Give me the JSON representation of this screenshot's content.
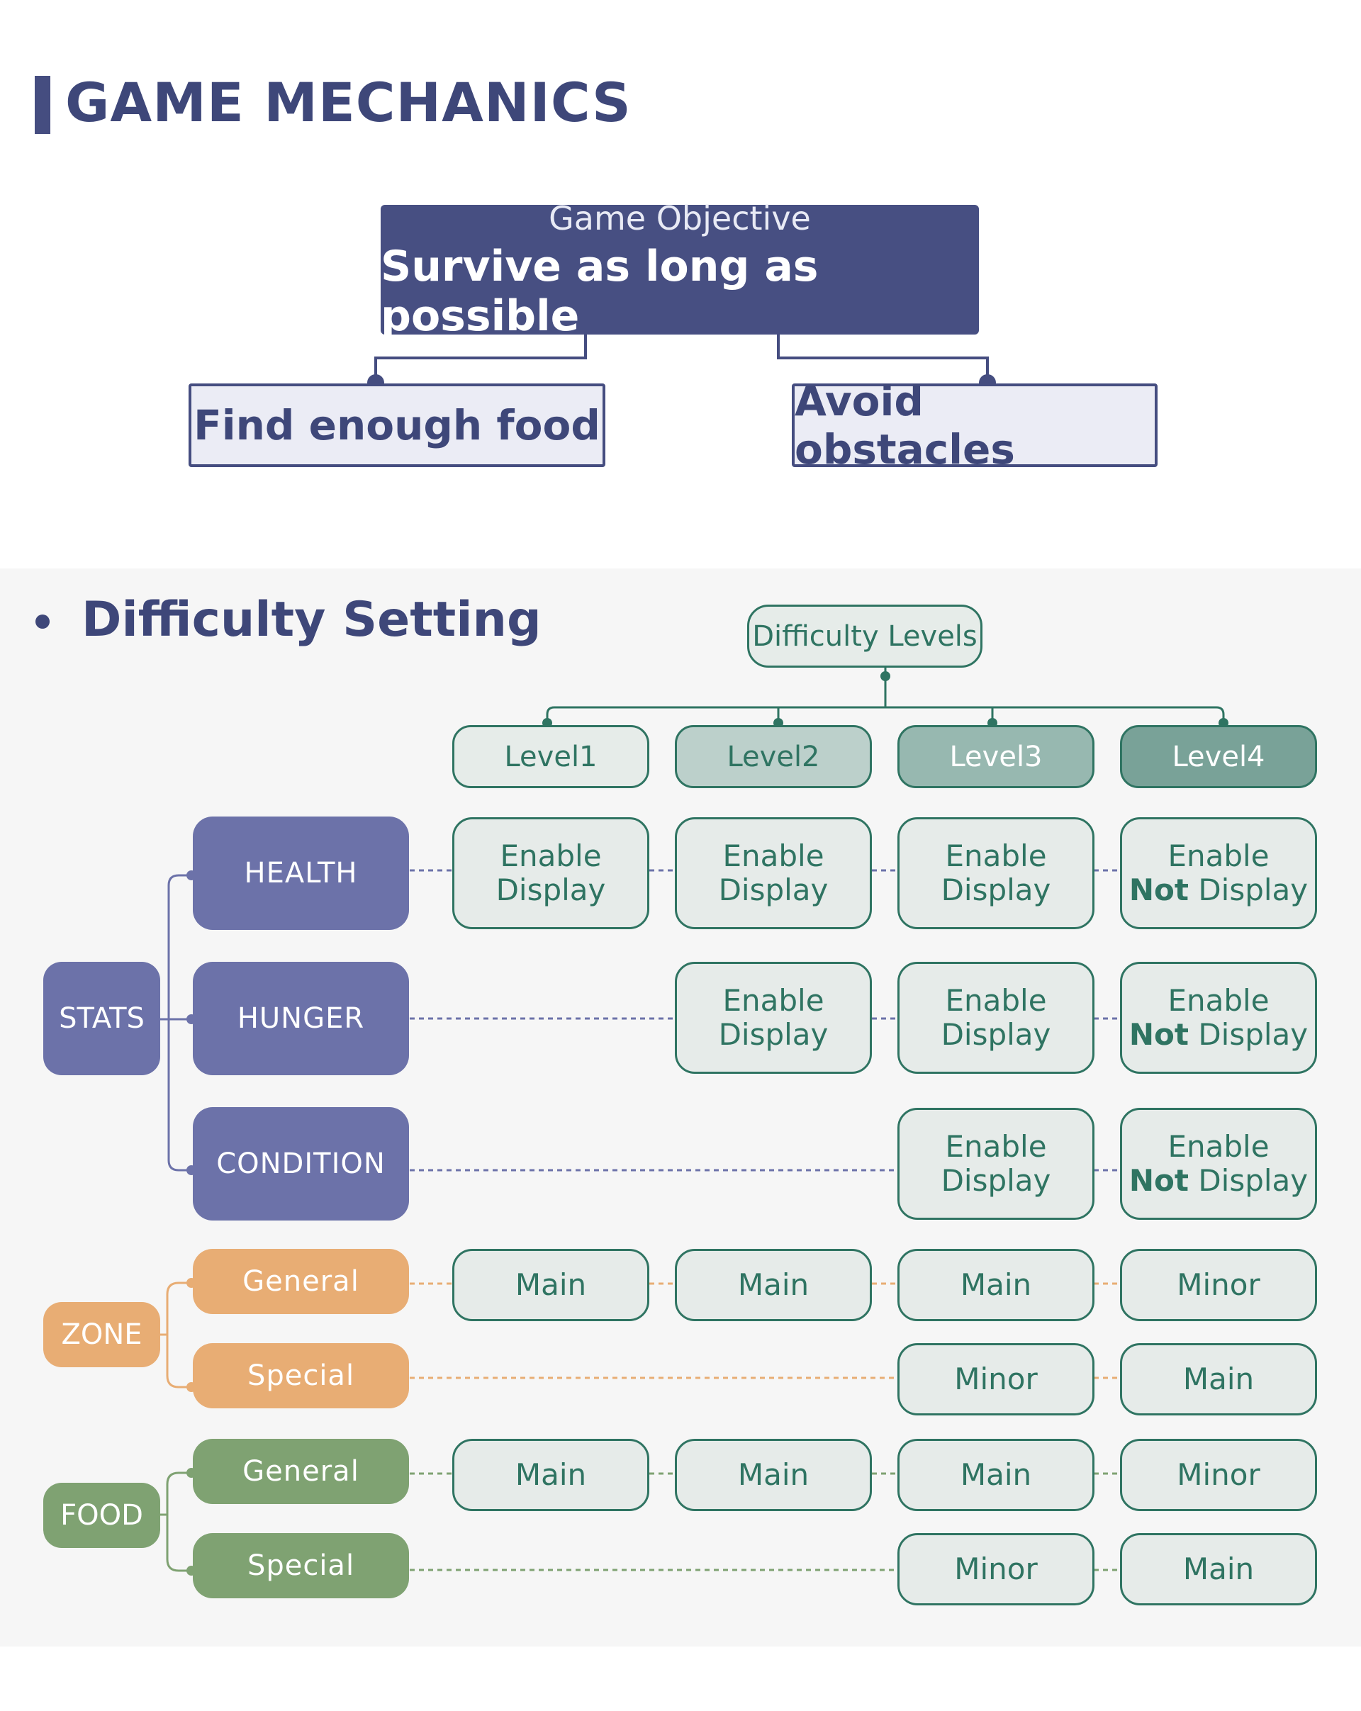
{
  "page_title": "GAME MECHANICS",
  "objective": {
    "label": "Game Objective",
    "text": "Survive as long as possible"
  },
  "goals": [
    "Find enough food",
    "Avoid obstacles"
  ],
  "section_title": "Difficulty Setting",
  "difficulty_root": "Difficulty Levels",
  "levels": [
    "Level1",
    "Level2",
    "Level3",
    "Level4"
  ],
  "level_colors": [
    "#e6ece9",
    "#bcd0cb",
    "#97b8b0",
    "#79a298"
  ],
  "groups": {
    "stats": {
      "label": "STATS",
      "color": "#6c72a9",
      "rows": [
        "HEALTH",
        "HUNGER",
        "CONDITION"
      ]
    },
    "zone": {
      "label": "ZONE",
      "color": "#e8ad74",
      "rows": [
        "General",
        "Special"
      ]
    },
    "food": {
      "label": "FOOD",
      "color": "#7fa272",
      "rows": [
        "General",
        "Special"
      ]
    }
  },
  "cells": {
    "enable": "Enable",
    "display": "Display",
    "not": "Not",
    "main": "Main",
    "minor": "Minor"
  }
}
